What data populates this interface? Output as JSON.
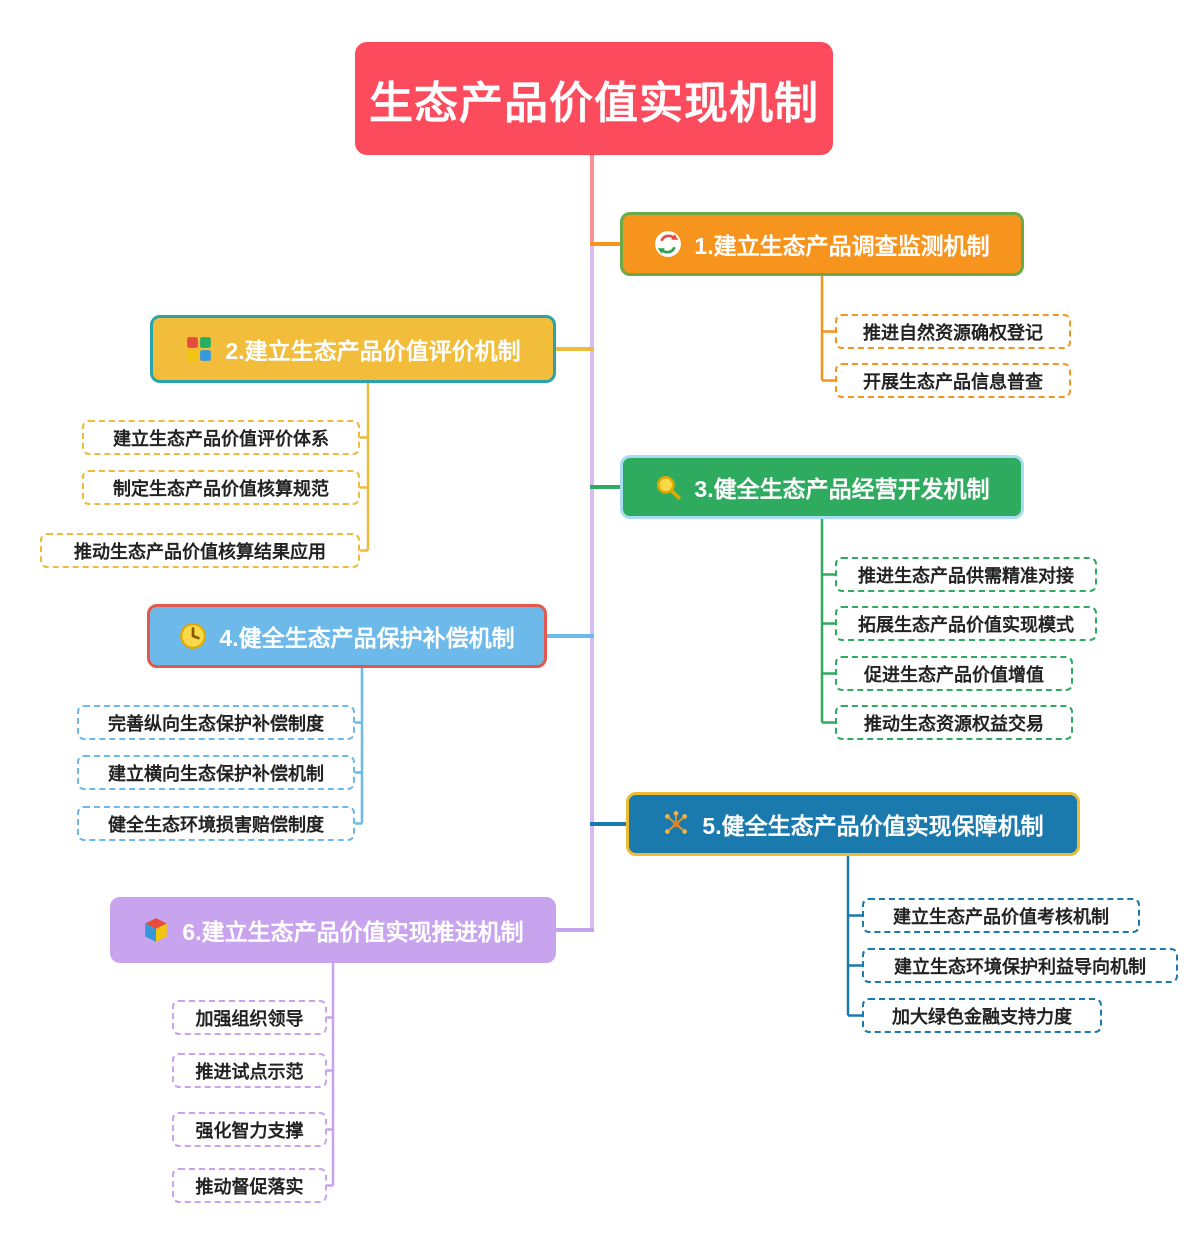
{
  "title": "生态产品价值实现机制",
  "colors": {
    "root": "#fb4b5c",
    "trunk_top": "#f98f98",
    "trunk_bottom": "#d6bcf4",
    "branch1": "#f7941e",
    "branch1_border": "#6aaa46",
    "branch2": "#f2bd3a",
    "branch2_border": "#2ba3ad",
    "branch3": "#2eab5f",
    "branch3_border": "#a8dcf0",
    "branch4": "#6db9e9",
    "branch4_border": "#e4574d",
    "branch5": "#1a7aad",
    "branch5_border": "#eebb33",
    "branch6": "#c8a4ee",
    "child_text": "#222222"
  },
  "branches": [
    {
      "label": "1.建立生态产品调查监测机制",
      "icon": "sync-icon",
      "side": "right",
      "children": [
        "推进自然资源确权登记",
        "开展生态产品信息普查"
      ]
    },
    {
      "label": "2.建立生态产品价值评价机制",
      "icon": "blocks-icon",
      "side": "left",
      "children": [
        "建立生态产品价值评价体系",
        "制定生态产品价值核算规范",
        "推动生态产品价值核算结果应用"
      ]
    },
    {
      "label": "3.健全生态产品经营开发机制",
      "icon": "magnifier-icon",
      "side": "right",
      "children": [
        "推进生态产品供需精准对接",
        "拓展生态产品价值实现模式",
        "促进生态产品价值增值",
        "推动生态资源权益交易"
      ]
    },
    {
      "label": "4.健全生态产品保护补偿机制",
      "icon": "clock-icon",
      "side": "left",
      "children": [
        "完善纵向生态保护补偿制度",
        "建立横向生态保护补偿机制",
        "健全生态环境损害赔偿制度"
      ]
    },
    {
      "label": "5.健全生态产品价值实现保障机制",
      "icon": "network-icon",
      "side": "right",
      "children": [
        "建立生态产品价值考核机制",
        "建立生态环境保护利益导向机制",
        "加大绿色金融支持力度"
      ]
    },
    {
      "label": "6.建立生态产品价值实现推进机制",
      "icon": "cube-icon",
      "side": "left",
      "children": [
        "加强组织领导",
        "推进试点示范",
        "强化智力支撑",
        "推动督促落实"
      ]
    }
  ]
}
